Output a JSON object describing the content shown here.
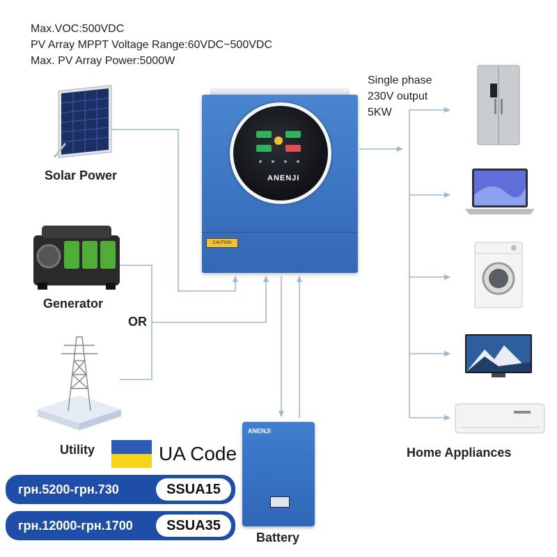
{
  "specs": [
    "Max.VOC:500VDC",
    "PV Array MPPT Voltage Range:60VDC~500VDC",
    "Max. PV Array Power:5000W"
  ],
  "sources": {
    "solar": "Solar Power",
    "generator": "Generator",
    "or": "OR",
    "utility": "Utility"
  },
  "output": {
    "line1": "Single phase",
    "line2": "230V output",
    "line3": "5KW"
  },
  "appliances_label": "Home Appliances",
  "battery_label": "Battery",
  "inverter": {
    "brand": "ANENJI",
    "caution": "CAUTION"
  },
  "battery_brand": "ANENJI",
  "promo": {
    "ua_code": "UA Code",
    "items": [
      {
        "price": "грн.5200-грн.730",
        "code": "SSUA15"
      },
      {
        "price": "грн.12000-грн.1700",
        "code": "SSUA35"
      }
    ]
  },
  "colors": {
    "line": "#9ab8db",
    "inverter": "#3f7bc8",
    "promo": "#1f4ea8",
    "flag_blue": "#2b5db8",
    "flag_yellow": "#f7d417"
  }
}
